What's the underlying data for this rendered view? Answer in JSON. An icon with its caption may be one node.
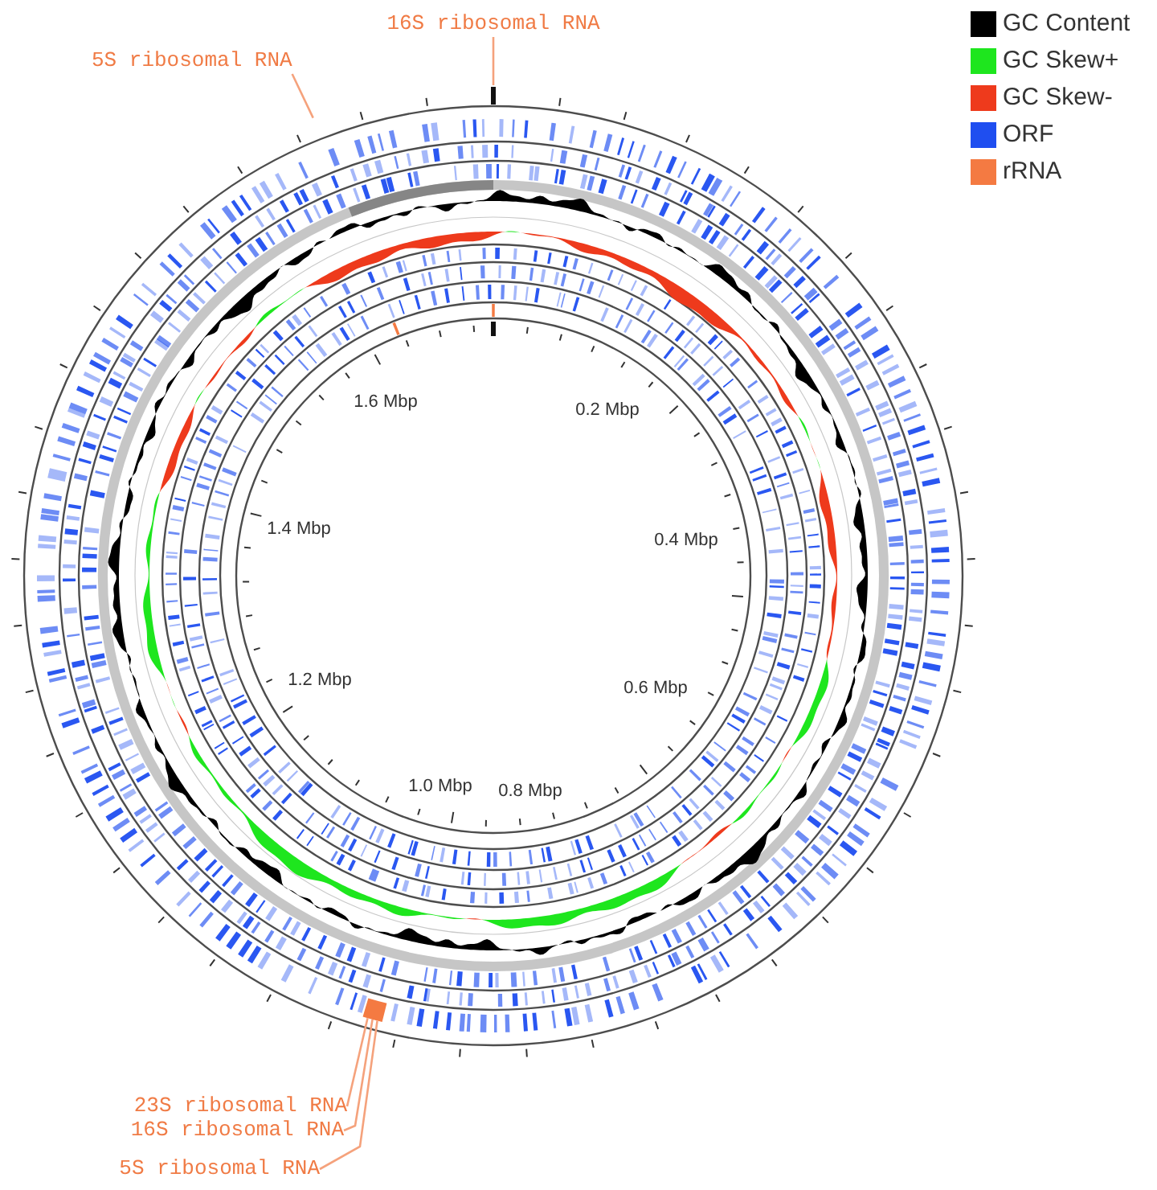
{
  "diagram": {
    "nodes": [
      {
        "text": [
          "16S ribosomal RNA"
        ]
      },
      {
        "text": [
          "5S ribosomal RNA"
        ]
      },
      {
        "text": [
          "23S ribosomal RNA"
        ]
      },
      {
        "text": [
          "16S ribosomal RNA"
        ]
      },
      {
        "text": [
          "5S ribosomal RNA"
        ]
      },
      {
        "text": [],
        "shape": "bar"
      }
    ],
    "edges": [
      {
        "from": 0,
        "to": null,
        "arrow": "none"
      },
      {
        "from": 1,
        "to": null,
        "arrow": "none"
      },
      {
        "from": 2,
        "to": 5,
        "arrow": "none"
      },
      {
        "from": 3,
        "to": 5,
        "arrow": "none"
      },
      {
        "from": 4,
        "to": 5,
        "arrow": "none"
      }
    ],
    "labels": [
      "1.6 Mbp",
      "0.2 Mbp",
      "1.4 Mbp",
      "0.4 Mbp",
      "1.2 Mbp",
      "0.6 Mbp",
      "1.0 Mbp",
      "0.8 Mbp"
    ],
    "legend": [
      {
        "text": "GC Content",
        "color": "#000000"
      },
      {
        "text": "GC Skew+",
        "color": "#1ee61e"
      },
      {
        "text": "GC Skew-",
        "color": "#ee3a1c"
      },
      {
        "text": "ORF",
        "color": "#1f4ef0"
      },
      {
        "text": "rRNA",
        "color": "#f47a42"
      }
    ]
  }
}
